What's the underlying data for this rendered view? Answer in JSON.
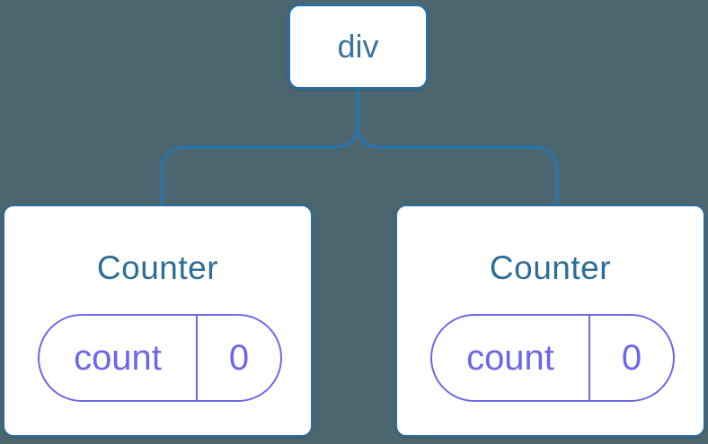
{
  "diagram": {
    "root": {
      "label": "div"
    },
    "children": [
      {
        "label": "Counter",
        "state": {
          "key": "count",
          "value": "0"
        }
      },
      {
        "label": "Counter",
        "state": {
          "key": "count",
          "value": "0"
        }
      }
    ],
    "colors": {
      "background": "#4c6670",
      "node_border_blue": "#2b6d9e",
      "connector_blue": "#2b74a6",
      "root_label_blue": "#36749f",
      "title_blue": "#2d6d96",
      "state_purple_border": "#6e68e4",
      "state_purple_text": "#6d66e8",
      "node_fill": "#ffffff"
    }
  }
}
